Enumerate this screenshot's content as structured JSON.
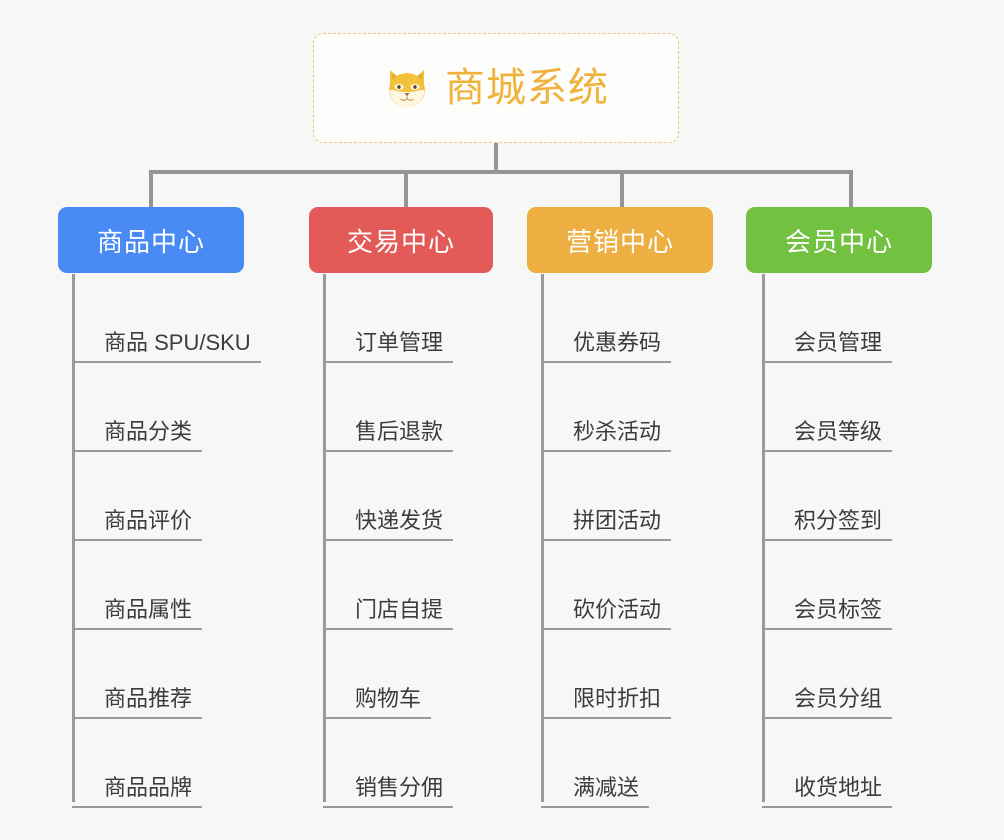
{
  "root": {
    "title": "商城系统",
    "icon": "shiba-inu-emoji",
    "border_color": "#eec77a",
    "text_color": "#f0b23c"
  },
  "branches": [
    {
      "title": "商品中心",
      "color": "#4a8af4",
      "items": [
        "商品 SPU/SKU",
        "商品分类",
        "商品评价",
        "商品属性",
        "商品推荐",
        "商品品牌"
      ]
    },
    {
      "title": "交易中心",
      "color": "#e35b58",
      "items": [
        "订单管理",
        "售后退款",
        "快递发货",
        "门店自提",
        "购物车",
        "销售分佣"
      ]
    },
    {
      "title": "营销中心",
      "color": "#edae42",
      "items": [
        "优惠券码",
        "秒杀活动",
        "拼团活动",
        "砍价活动",
        "限时折扣",
        "满减送"
      ]
    },
    {
      "title": "会员中心",
      "color": "#73c141",
      "items": [
        "会员管理",
        "会员等级",
        "积分签到",
        "会员标签",
        "会员分组",
        "收货地址"
      ]
    }
  ],
  "theme": {
    "background": "#f7f7f7",
    "connector_color": "#959595",
    "leaf_text_color": "#3c3c3c",
    "leaf_rule_color": "#9a9a9a"
  }
}
